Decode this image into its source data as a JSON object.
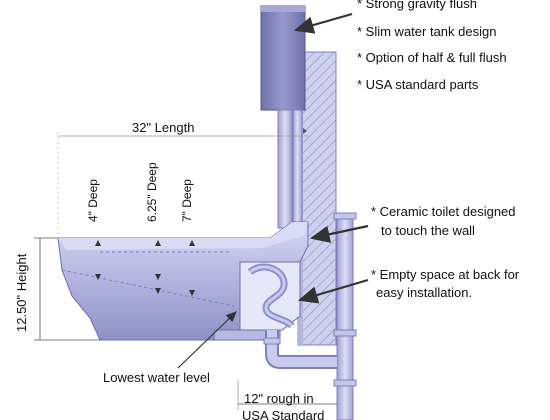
{
  "features": {
    "f1": "* Strong gravity flush",
    "f2": "* Slim water tank design",
    "f3": "* Option of half & full flush",
    "f4": "* USA standard parts"
  },
  "dimensions": {
    "length": "32\" Length",
    "depth_a": "4\" Deep",
    "depth_b": "6.25\" Deep",
    "depth_c": "7\" Deep",
    "height": "12.50\" Height",
    "rough_in_line1": "12\" rough in",
    "rough_in_line2": "USA Standard"
  },
  "callouts": {
    "ceramic_line1": "* Ceramic toilet designed",
    "ceramic_line2": "to touch the wall",
    "space_line1": "* Empty space at back for",
    "space_line2": "easy installation.",
    "water_level": "Lowest water level"
  },
  "colors": {
    "ceramic": "#b8b9e3",
    "ceramic_dark": "#8e90c6",
    "wall_hatch": "#7f80b8",
    "pipe": "#c4c5e8",
    "tank": "#7e80ba"
  }
}
